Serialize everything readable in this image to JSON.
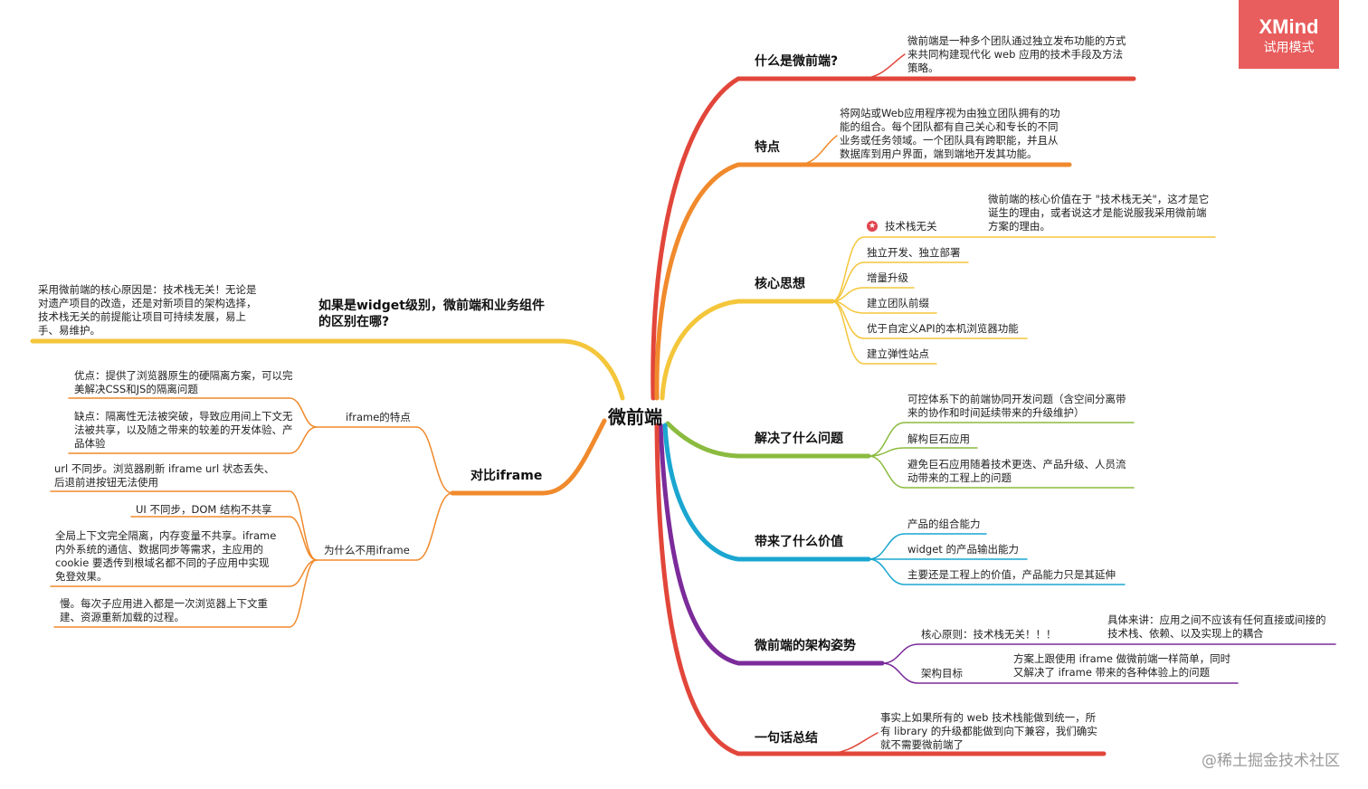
{
  "badge": {
    "title": "XMind",
    "subtitle": "试用模式"
  },
  "watermark": "@稀土掘金技术社区",
  "root": {
    "label": "微前端"
  },
  "colors": {
    "red": "#e2463a",
    "orange": "#f08a2c",
    "yellow": "#f4c63b",
    "green": "#8bbb3f",
    "teal": "#1aa6d0",
    "purple": "#7b2b9a",
    "badge": "#e85d5d"
  },
  "branches": {
    "what": {
      "label": "什么是微前端?",
      "desc": "微前端是一种多个团队通过独立发布功能的方式来共同构建现代化 web 应用的技术手段及方法策略。"
    },
    "features": {
      "label": "特点",
      "desc": "将网站或Web应用程序视为由独立团队拥有的功能的组合。每个团队都有自己关心和专长的不同业务或任务领域。一个团队具有跨职能，并且从数据库到用户界面，端到端地开发其功能。"
    },
    "core": {
      "label": "核心思想",
      "items": [
        {
          "label": "技术栈无关",
          "note": "微前端的核心价值在于 \"技术栈无关\"，这才是它诞生的理由，或者说这才是能说服我采用微前端方案的理由。",
          "icon": "star-icon"
        },
        {
          "label": "独立开发、独立部署"
        },
        {
          "label": "增量升级"
        },
        {
          "label": "建立团队前缀"
        },
        {
          "label": "优于自定义API的本机浏览器功能"
        },
        {
          "label": "建立弹性站点"
        }
      ]
    },
    "solved": {
      "label": "解决了什么问题",
      "items": [
        "可控体系下的前端协同开发问题（含空间分离带来的协作和时间延续带来的升级维护）",
        "解构巨石应用",
        "避免巨石应用随着技术更迭、产品升级、人员流动带来的工程上的问题"
      ]
    },
    "value": {
      "label": "带来了什么价值",
      "items": [
        "产品的组合能力",
        "widget 的产品输出能力",
        "主要还是工程上的价值，产品能力只是其延伸"
      ]
    },
    "arch": {
      "label": "微前端的架构姿势",
      "items": [
        {
          "label": "核心原则：技术栈无关！！！",
          "note": "具体来讲：应用之间不应该有任何直接或间接的技术栈、依赖、以及实现上的耦合"
        },
        {
          "label": "架构目标",
          "note": "方案上跟使用 iframe 做微前端一样简单，同时又解决了 iframe 带来的各种体验上的问题"
        }
      ]
    },
    "summary": {
      "label": "一句话总结",
      "desc": "事实上如果所有的 web 技术栈能做到统一，所有 library 的升级都能做到向下兼容，我们确实就不需要微前端了"
    },
    "widget": {
      "label": "如果是widget级别，微前端和业务组件的区别在哪?",
      "desc": "采用微前端的核心原因是：技术栈无关！无论是对遗产项目的改造，还是对新项目的架构选择，技术栈无关的前提能让项目可持续发展，易上手、易维护。"
    },
    "iframe": {
      "label": "对比iframe",
      "features": {
        "label": "iframe的特点",
        "pros": "优点：提供了浏览器原生的硬隔离方案，可以完美解决CSS和JS的隔离问题",
        "cons": "缺点：隔离性无法被突破，导致应用间上下文无法被共享，以及随之带来的较差的开发体验、产品体验"
      },
      "why": {
        "label": "为什么不用iframe",
        "items": [
          "url 不同步。浏览器刷新 iframe url 状态丢失、后退前进按钮无法使用",
          "UI 不同步，DOM 结构不共享",
          "全局上下文完全隔离，内存变量不共享。iframe 内外系统的通信、数据同步等需求，主应用的 cookie 要透传到根域名都不同的子应用中实现免登效果。",
          "慢。每次子应用进入都是一次浏览器上下文重建、资源重新加载的过程。"
        ]
      }
    }
  }
}
